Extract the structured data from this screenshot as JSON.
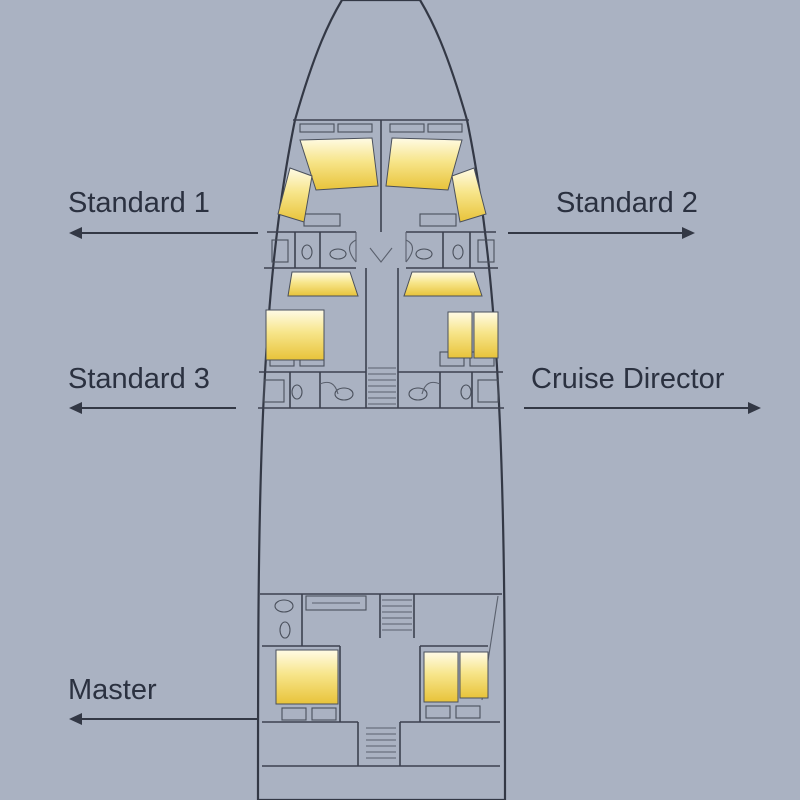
{
  "labels": {
    "standard_1": "Standard 1",
    "standard_2": "Standard 2",
    "standard_3": "Standard 3",
    "cruise_director": "Cruise Director",
    "master": "Master"
  },
  "colors": {
    "background": "#aab2c2",
    "outline": "#333845",
    "bed_highlight": "#f3d85c"
  }
}
